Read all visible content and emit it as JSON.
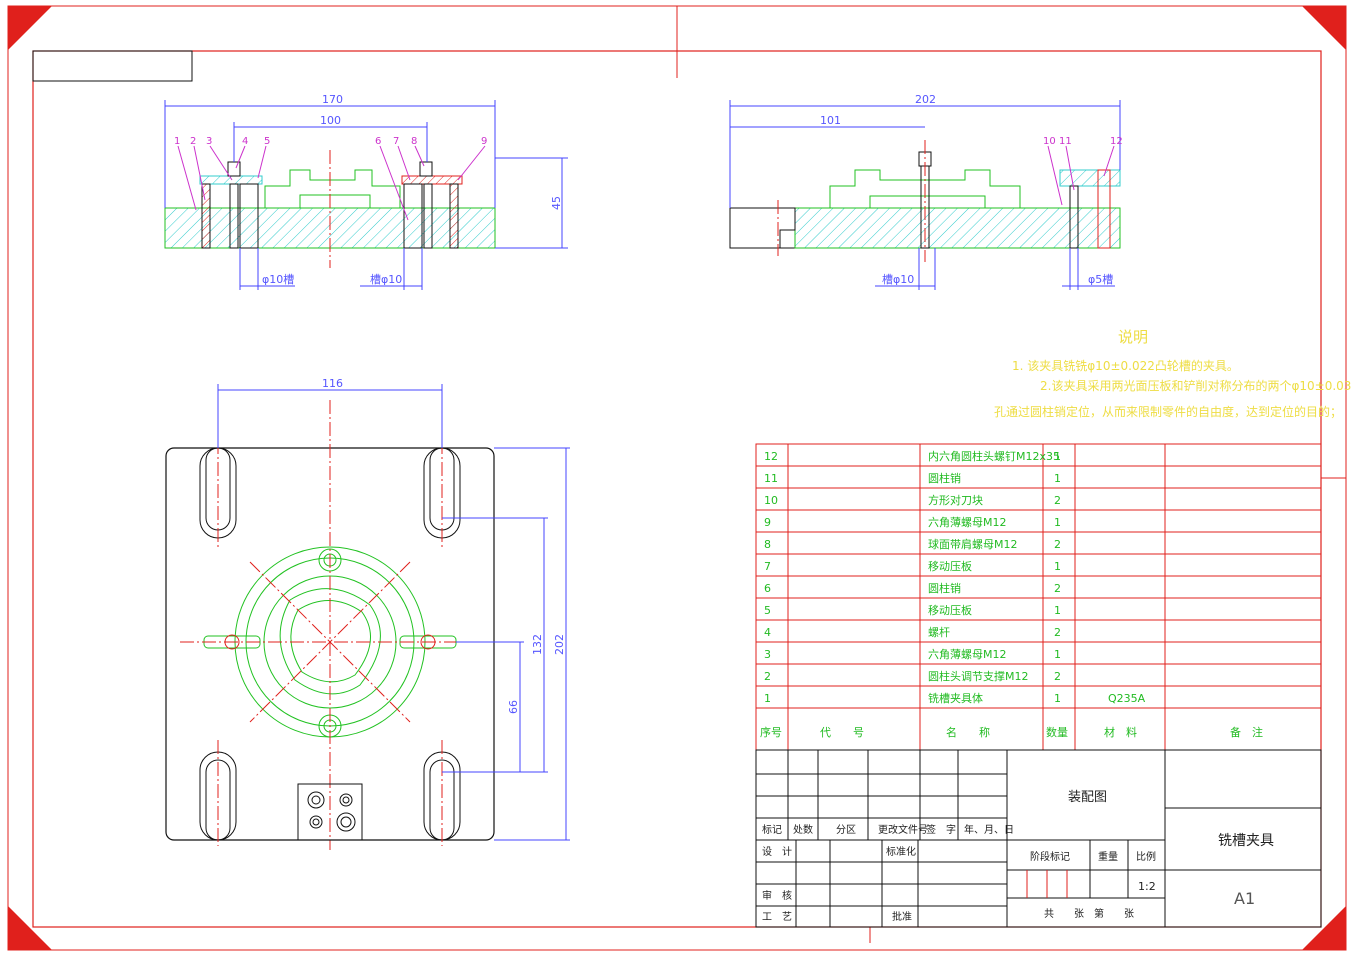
{
  "colors": {
    "frame": "#e0201c",
    "part": "#22c222",
    "hatch": "#33cccc",
    "dim": "#4444ff",
    "center": "#e0201c",
    "label": "#cc33cc",
    "note": "#eedd44",
    "outline": "#111111"
  },
  "front_view": {
    "dims": {
      "overall": "170",
      "inner": "100",
      "height": "45",
      "pin_left": "φ10槽",
      "pin_right": "槽φ10"
    },
    "labels": [
      "1",
      "2",
      "3",
      "4",
      "5",
      "6",
      "7",
      "8",
      "9"
    ]
  },
  "side_view": {
    "dims": {
      "overall": "202",
      "offset": "101",
      "pin_left": "槽φ10",
      "pin_right": "φ5槽"
    },
    "labels": [
      "10",
      "11",
      "12"
    ]
  },
  "top_view": {
    "dims": {
      "width": "116",
      "h132": "132",
      "h202": "202",
      "h66": "66"
    }
  },
  "notes": {
    "title": "说明",
    "line1": "1. 该夹具铣铣φ10±0.022凸轮槽的夹具。",
    "line2": "2.该夹具采用两光面压板和铲削对称分布的两个φ10±0.03",
    "line3": "孔通过圆柱销定位，从而来限制零件的自由度，达到定位的目的；"
  },
  "bom": {
    "rows": [
      {
        "no": "12",
        "name": "内六角圆柱头螺钉M12x35",
        "qty": "1",
        "mat": ""
      },
      {
        "no": "11",
        "name": "圆柱销",
        "qty": "1",
        "mat": ""
      },
      {
        "no": "10",
        "name": "方形对刀块",
        "qty": "2",
        "mat": ""
      },
      {
        "no": "9",
        "name": "六角薄螺母M12",
        "qty": "1",
        "mat": ""
      },
      {
        "no": "8",
        "name": "球面带肩螺母M12",
        "qty": "2",
        "mat": ""
      },
      {
        "no": "7",
        "name": "移动压板",
        "qty": "1",
        "mat": ""
      },
      {
        "no": "6",
        "name": "圆柱销",
        "qty": "2",
        "mat": ""
      },
      {
        "no": "5",
        "name": "移动压板",
        "qty": "1",
        "mat": ""
      },
      {
        "no": "4",
        "name": "螺杆",
        "qty": "2",
        "mat": ""
      },
      {
        "no": "3",
        "name": "六角薄螺母M12",
        "qty": "1",
        "mat": ""
      },
      {
        "no": "2",
        "name": "圆柱头调节支撑M12",
        "qty": "2",
        "mat": ""
      },
      {
        "no": "1",
        "name": "铣槽夹具体",
        "qty": "1",
        "mat": "Q235A"
      }
    ],
    "header": {
      "no": "序号",
      "code": "代　　号",
      "name": "名　　称",
      "qty": "数量",
      "mat": "材　料",
      "remark": "备　注"
    }
  },
  "title_block": {
    "assembly": "装配图",
    "drawing_name": "铣槽夹具",
    "scale": "1:2",
    "sheet_size": "A1",
    "row_labels": {
      "mark": "标记",
      "count": "处数",
      "zone": "分区",
      "change_doc": "更改文件号",
      "sign": "签　字",
      "date": "年、月、日"
    },
    "design": "设　计",
    "standard": "标准化",
    "stage": "阶段标记",
    "weight": "重量",
    "ratio": "比例",
    "review": "审　核",
    "process": "工　艺",
    "approve": "批准",
    "sheets": "共　　张　第　　张"
  }
}
